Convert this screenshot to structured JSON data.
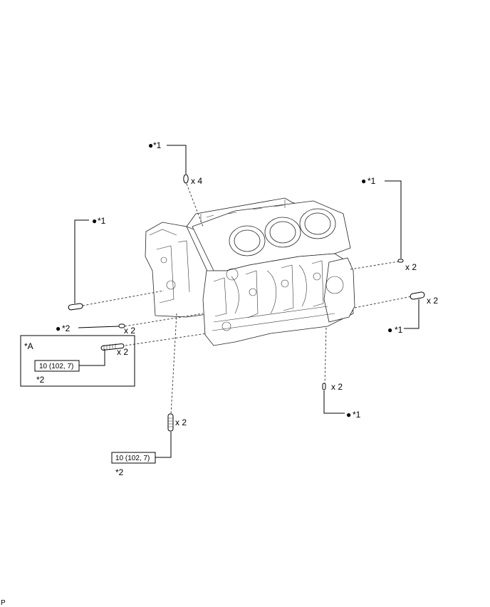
{
  "callouts": {
    "dot": "●",
    "star1": "*1",
    "star2": "*2",
    "qty_x4": "x 4",
    "qty_x2": "x 2",
    "torque": "10 (102, 7)",
    "inset_label": "*A"
  },
  "footer": {
    "code": "P"
  }
}
